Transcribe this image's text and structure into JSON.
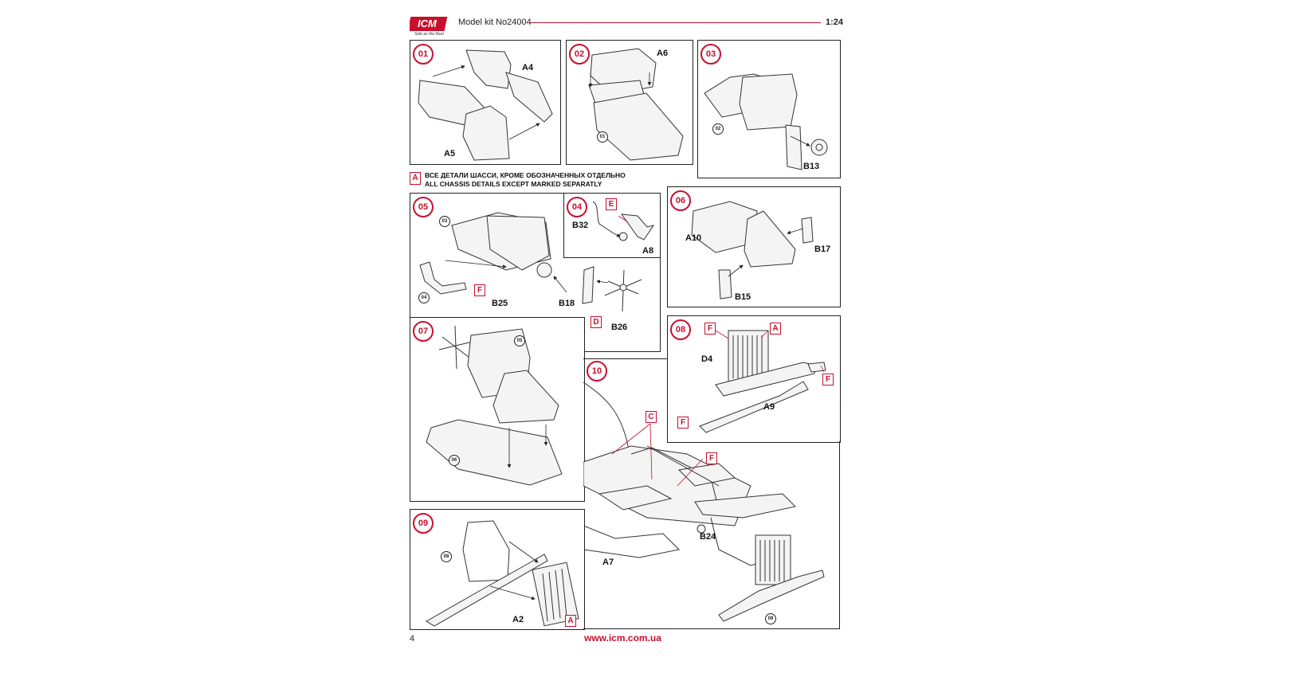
{
  "header": {
    "logo_text": "ICM",
    "logo_tagline": "Side as the Real",
    "title": "Model kit No24004",
    "scale": "1:24"
  },
  "note": {
    "letter": "A",
    "line_ru": "ВСЕ ДЕТАЛИ ШАССИ, КРОМЕ ОБОЗНАЧЕННЫХ ОТДЕЛЬНО",
    "line_en": "ALL CHASSIS DETAILS EXCEPT MARKED SEPARATLY"
  },
  "steps": {
    "s01": {
      "num": "01",
      "parts": [
        "A4",
        "A5"
      ]
    },
    "s02": {
      "num": "02",
      "parts": [
        "A6"
      ],
      "ref": "01"
    },
    "s03": {
      "num": "03",
      "parts": [
        "B13"
      ],
      "ref": "02"
    },
    "s04": {
      "num": "04",
      "parts": [
        "B32",
        "A8"
      ],
      "color": "E"
    },
    "s05": {
      "num": "05",
      "parts": [
        "B25",
        "B18",
        "B26"
      ],
      "refs": [
        "03",
        "04"
      ],
      "colors": [
        "F",
        "D"
      ]
    },
    "s06": {
      "num": "06",
      "parts": [
        "A10",
        "B17",
        "B15"
      ]
    },
    "s07": {
      "num": "07",
      "refs": [
        "05",
        "06"
      ]
    },
    "s08": {
      "num": "08",
      "parts": [
        "D4",
        "A9"
      ],
      "colors": [
        "F",
        "A",
        "F",
        "F"
      ]
    },
    "s09": {
      "num": "09",
      "parts": [
        "A2"
      ],
      "ref": "08",
      "color": "A"
    },
    "s10": {
      "num": "10",
      "parts": [
        "B24",
        "A7"
      ],
      "ref": "09",
      "colors": [
        "C",
        "F"
      ]
    }
  },
  "footer": {
    "page": "4",
    "url": "www.icm.com.ua"
  },
  "colors": {
    "accent": "#c8102e",
    "line": "#222222"
  }
}
